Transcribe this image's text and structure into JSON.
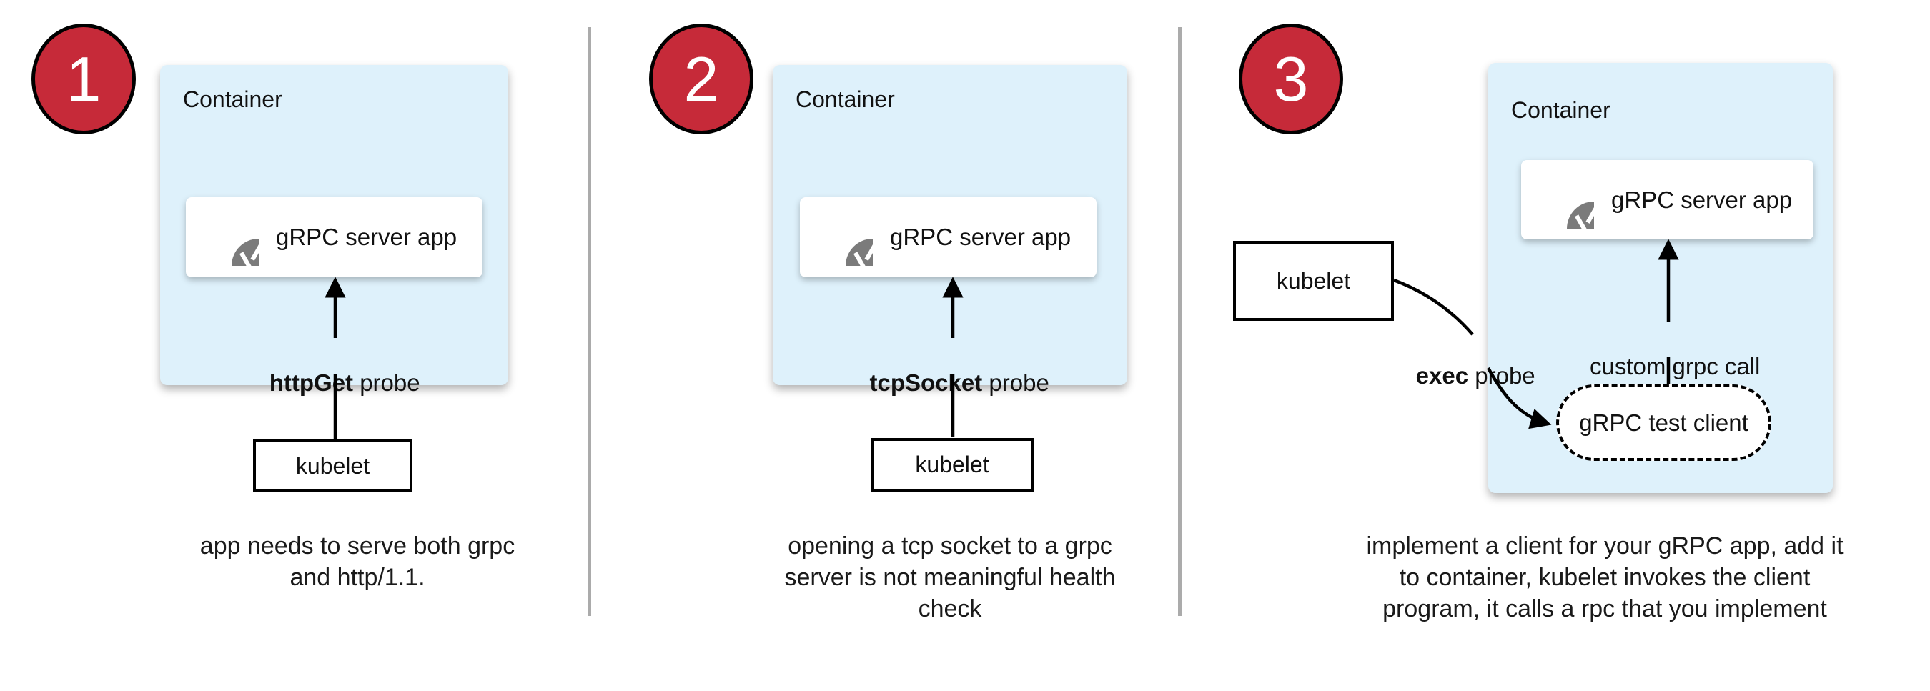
{
  "diagram": {
    "panels": [
      {
        "badge": "1",
        "container_label": "Container",
        "app_label": "gRPC server app",
        "probe_label_bold": "httpGet",
        "probe_label_rest": " probe",
        "kubelet_label": "kubelet",
        "caption_lines": [
          "app needs to serve both grpc",
          "and http/1.1."
        ]
      },
      {
        "badge": "2",
        "container_label": "Container",
        "app_label": "gRPC server app",
        "probe_label_bold": "tcpSocket",
        "probe_label_rest": " probe",
        "kubelet_label": "kubelet",
        "caption_lines": [
          "opening a tcp socket to a grpc",
          "server is not meaningful health",
          "check"
        ]
      },
      {
        "badge": "3",
        "container_label": "Container",
        "app_label": "gRPC server app",
        "probe_label_bold": "exec",
        "probe_label_rest": " probe",
        "call_label": "custom grpc call",
        "test_client_label": "gRPC test client",
        "kubelet_label": "kubelet",
        "caption_lines": [
          "implement a client for your gRPC app, add it",
          "to container, kubelet invokes the client",
          "program, it calls a rpc that you implement"
        ]
      }
    ],
    "colors": {
      "badge_red": "#C62A39",
      "container_blue": "#DEF1FB",
      "divider_gray": "#ABABAB",
      "icon_gray": "#7B7B7B",
      "line_black": "#000000"
    }
  }
}
